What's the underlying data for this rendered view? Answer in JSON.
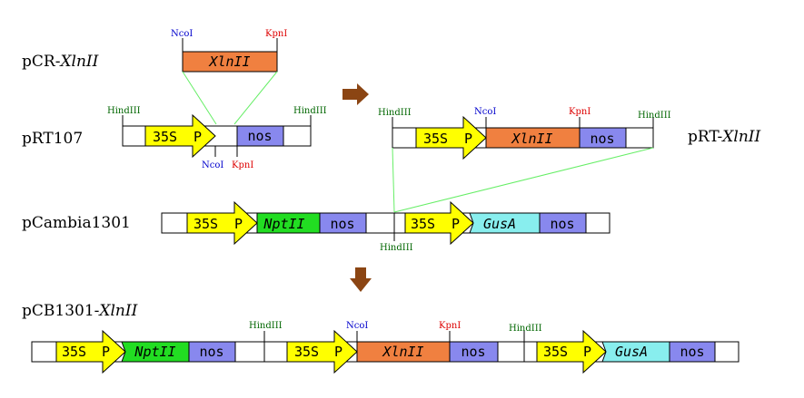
{
  "colors": {
    "promoter": "#ffff00",
    "xlnii": "#f08040",
    "nos": "#8888ee",
    "nptii": "#22dd22",
    "gusa": "#88eeee",
    "ncoi": "#0000cc",
    "kpni": "#dd0000",
    "hindiii": "#006600",
    "step_arrow": "#8b4513",
    "insert_line": "#66ee66"
  },
  "icons": {
    "step_arrow_right": "brown-right-arrow-icon",
    "step_arrow_down": "brown-down-arrow-icon"
  },
  "constructs": {
    "pcr": {
      "name_prefix": "pCR-",
      "name_gene": "XlnII",
      "gene": "XlnII",
      "site_left": "NcoI",
      "site_right": "KpnI"
    },
    "prt107": {
      "name": "pRT107",
      "promoter": "35S",
      "promoter_p": "P",
      "terminator": "nos",
      "site_left": "HindIII",
      "site_right": "HindIII",
      "site_ncoi": "NcoI",
      "site_kpni": "KpnI"
    },
    "prt_xlnii": {
      "name_prefix": "pRT-",
      "name_gene": "XlnII",
      "promoter": "35S",
      "promoter_p": "P",
      "gene": "XlnII",
      "terminator": "nos",
      "site_left": "HindIII",
      "site_right": "HindIII",
      "site_ncoi": "NcoI",
      "site_kpni": "KpnI"
    },
    "pcambia": {
      "name": "pCambia1301",
      "promoter1": "35S",
      "promoter1_p": "P",
      "gene1": "NptII",
      "terminator1": "nos",
      "site_mid": "HindIII",
      "promoter2": "35S",
      "promoter2_p": "P",
      "gene2": "GusA",
      "terminator2": "nos"
    },
    "pcb": {
      "name_prefix": "pCB1301-",
      "name_gene": "XlnII",
      "promoter1": "35S",
      "promoter1_p": "P",
      "gene1": "NptII",
      "terminator1": "nos",
      "site_h1": "HindIII",
      "promoter2": "35S",
      "promoter2_p": "P",
      "site_ncoi": "NcoI",
      "gene2": "XlnII",
      "site_kpni": "KpnI",
      "terminator2": "nos",
      "site_h2": "HindIII",
      "promoter3": "35S",
      "promoter3_p": "P",
      "gene3": "GusA",
      "terminator3": "nos"
    }
  }
}
